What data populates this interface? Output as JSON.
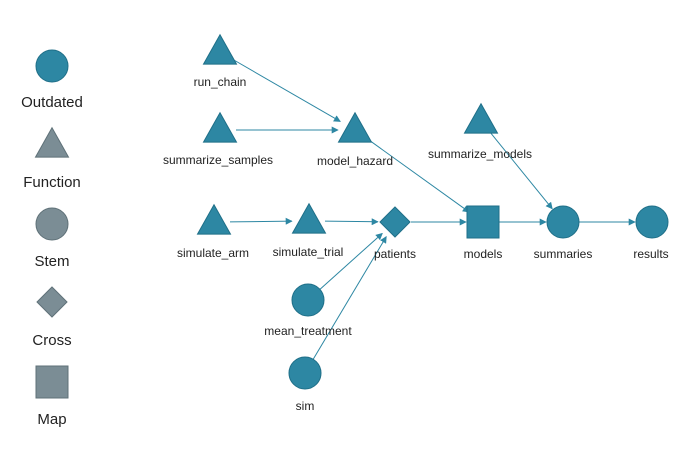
{
  "colors": {
    "outdated": "#2d87a3",
    "outdated_stroke": "#1f6f88",
    "legend_gray": "#7b8d95",
    "legend_gray_stroke": "#5f7178",
    "edge": "#2d87a3"
  },
  "legend": [
    {
      "id": "outdated",
      "label": "Outdated",
      "shape": "circle",
      "color": "outdated"
    },
    {
      "id": "function",
      "label": "Function",
      "shape": "triangle",
      "color": "legend_gray"
    },
    {
      "id": "stem",
      "label": "Stem",
      "shape": "circle",
      "color": "legend_gray"
    },
    {
      "id": "cross",
      "label": "Cross",
      "shape": "diamond",
      "color": "legend_gray"
    },
    {
      "id": "map",
      "label": "Map",
      "shape": "square",
      "color": "legend_gray"
    }
  ],
  "nodes": [
    {
      "id": "run_chain",
      "label": "run_chain",
      "shape": "triangle"
    },
    {
      "id": "summarize_samples",
      "label": "summarize_samples",
      "shape": "triangle"
    },
    {
      "id": "model_hazard",
      "label": "model_hazard",
      "shape": "triangle"
    },
    {
      "id": "summarize_models",
      "label": "summarize_models",
      "shape": "triangle"
    },
    {
      "id": "simulate_arm",
      "label": "simulate_arm",
      "shape": "triangle"
    },
    {
      "id": "simulate_trial",
      "label": "simulate_trial",
      "shape": "triangle"
    },
    {
      "id": "patients",
      "label": "patients",
      "shape": "diamond"
    },
    {
      "id": "models",
      "label": "models",
      "shape": "square"
    },
    {
      "id": "summaries",
      "label": "summaries",
      "shape": "circle"
    },
    {
      "id": "results",
      "label": "results",
      "shape": "circle"
    },
    {
      "id": "mean_treatment",
      "label": "mean_treatment",
      "shape": "circle"
    },
    {
      "id": "sim",
      "label": "sim",
      "shape": "circle"
    }
  ],
  "edges": [
    {
      "from": "run_chain",
      "to": "model_hazard"
    },
    {
      "from": "summarize_samples",
      "to": "model_hazard"
    },
    {
      "from": "model_hazard",
      "to": "models"
    },
    {
      "from": "summarize_models",
      "to": "summaries"
    },
    {
      "from": "simulate_arm",
      "to": "simulate_trial"
    },
    {
      "from": "simulate_trial",
      "to": "patients"
    },
    {
      "from": "patients",
      "to": "models"
    },
    {
      "from": "models",
      "to": "summaries"
    },
    {
      "from": "summaries",
      "to": "results"
    },
    {
      "from": "mean_treatment",
      "to": "patients"
    },
    {
      "from": "sim",
      "to": "patients"
    }
  ]
}
